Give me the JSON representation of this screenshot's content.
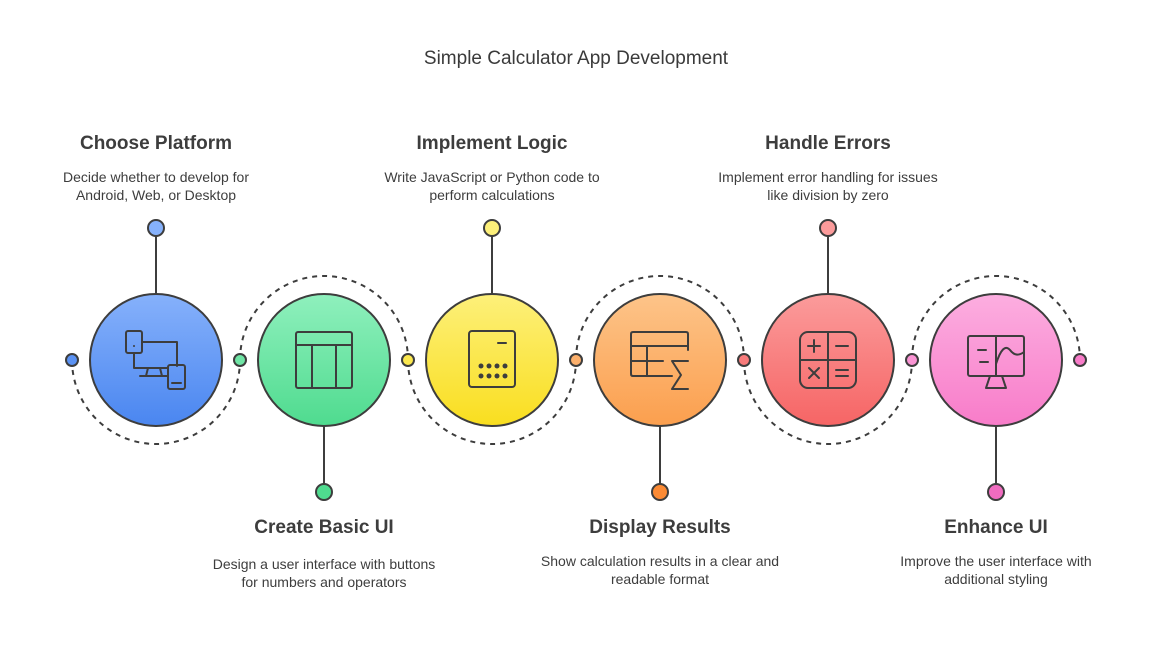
{
  "title": "Simple Calculator App Development",
  "steps": [
    {
      "title": "Choose Platform",
      "description": "Decide whether to develop for Android, Web, or Desktop",
      "color": "#4a86f0",
      "icon": "devices-icon"
    },
    {
      "title": "Create Basic UI",
      "description": "Design a user interface with buttons for numbers and operators",
      "color": "#4fdb8f",
      "icon": "layout-icon"
    },
    {
      "title": "Implement Logic",
      "description": "Write JavaScript or Python code to perform calculations",
      "color": "#f9de1f",
      "icon": "calculator-icon"
    },
    {
      "title": "Display Results",
      "description": "Show calculation results in a clear and readable format",
      "color": "#fb9f4e",
      "icon": "table-sum-icon"
    },
    {
      "title": "Handle Errors",
      "description": "Implement error handling for issues like division by zero",
      "color": "#f66565",
      "icon": "math-operators-icon"
    },
    {
      "title": "Enhance UI",
      "description": "Improve the user interface with additional styling",
      "color": "#f87cc9",
      "icon": "monitor-chart-icon"
    }
  ]
}
